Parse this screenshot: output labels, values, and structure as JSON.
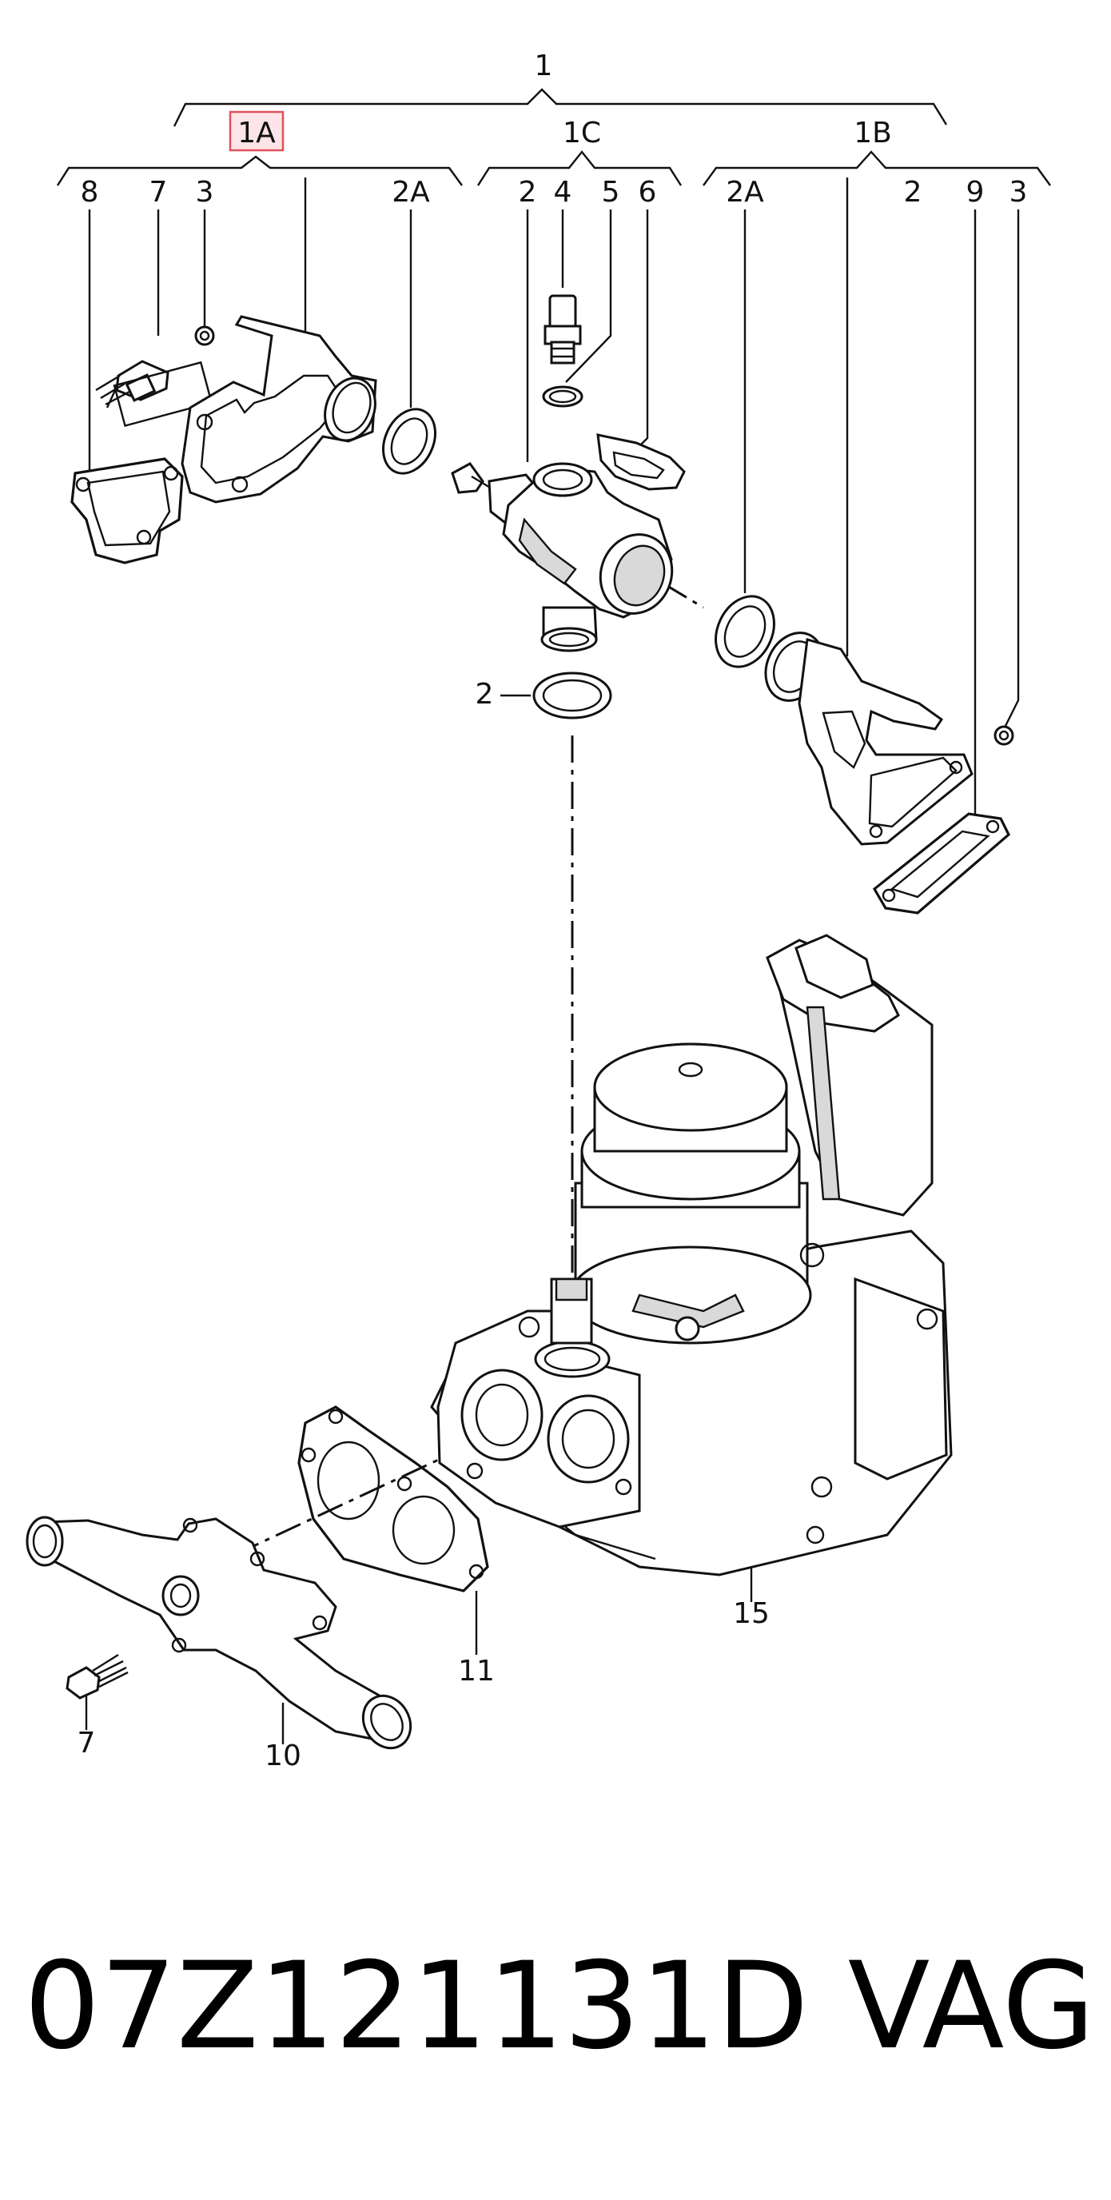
{
  "callouts": {
    "assembly_1": "1",
    "sub_1A": "1A",
    "sub_1C": "1C",
    "sub_1B": "1B",
    "a8": "8",
    "a7": "7",
    "a3": "3",
    "a2A": "2A",
    "c2": "2",
    "c4": "4",
    "c5": "5",
    "c6": "6",
    "b2A": "2A",
    "b2": "2",
    "b9": "9",
    "b3": "3",
    "o2": "2",
    "o11": "11",
    "o15": "15",
    "o7": "7",
    "o10": "10"
  },
  "caption": {
    "part_number": "07Z121131D",
    "brand": "VAG"
  },
  "colors": {
    "line": "#111111",
    "highlight_fill": "#fde4e8",
    "highlight_border": "#e0505a"
  }
}
